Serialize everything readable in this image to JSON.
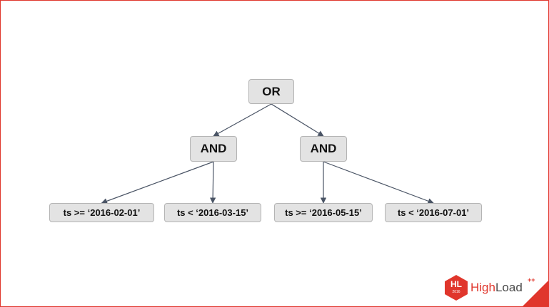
{
  "diagram": {
    "nodes": [
      {
        "id": "or",
        "label": "OR"
      },
      {
        "id": "and1",
        "label": "AND"
      },
      {
        "id": "and2",
        "label": "AND"
      },
      {
        "id": "c1",
        "label": "ts >= ‘2016-02-01’"
      },
      {
        "id": "c2",
        "label": "ts < ‘2016-03-15’"
      },
      {
        "id": "c3",
        "label": "ts >= ‘2016-05-15’"
      },
      {
        "id": "c4",
        "label": "ts < ‘2016-07-01’"
      }
    ],
    "edges": [
      {
        "from": "or",
        "to": "and1"
      },
      {
        "from": "or",
        "to": "and2"
      },
      {
        "from": "and1",
        "to": "c1"
      },
      {
        "from": "and1",
        "to": "c2"
      },
      {
        "from": "and2",
        "to": "c3"
      },
      {
        "from": "and2",
        "to": "c4"
      }
    ],
    "edge_color": "#4a5465"
  },
  "branding": {
    "logo_initials": "HL",
    "logo_year": "2016",
    "logo_word_high": "High",
    "logo_word_load": "Load",
    "logo_plus": "++",
    "accent_color": "#e0362c"
  }
}
